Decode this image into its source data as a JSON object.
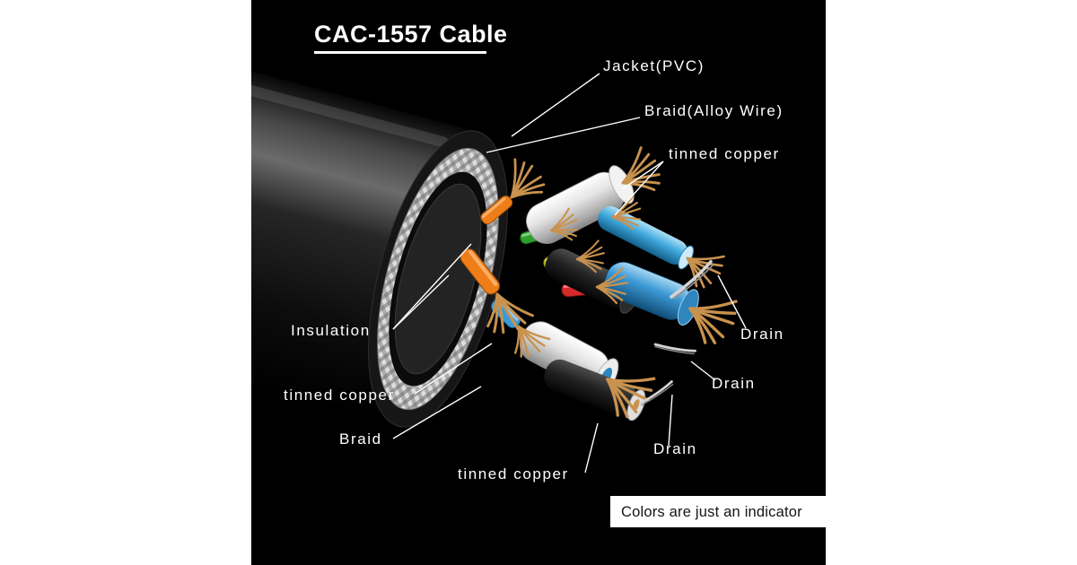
{
  "title": "CAC-1557 Cable",
  "note": "Colors are just an indicator",
  "callouts": {
    "jacket": "Jacket(PVC)",
    "braid_alloy": "Braid(Alloy Wire)",
    "tinned_copper_top": "tinned copper",
    "drain_right": "Drain",
    "drain_middle": "Drain",
    "drain_bottom": "Drain",
    "insulation": "Insulation",
    "tinned_copper_left": "tinned copper",
    "braid": "Braid",
    "tinned_copper_bottom": "tinned copper"
  },
  "colors": {
    "panel_background": "#000000",
    "page_background": "#ffffff",
    "label_text": "#ffffff",
    "callout_line": "#ffffff",
    "note_background": "#ffffff",
    "note_text": "#151515",
    "copper": "#c9924e",
    "wire_orange": "#ef7d18",
    "wire_green": "#2ca02c",
    "wire_yellow": "#d4c822",
    "wire_red": "#d62a2a",
    "wire_blue": "#3d9ad6",
    "wire_light_blue": "#3fa8dc",
    "insulation_white": "#e6e6e6",
    "drain_silver": "#cfcfcf"
  }
}
